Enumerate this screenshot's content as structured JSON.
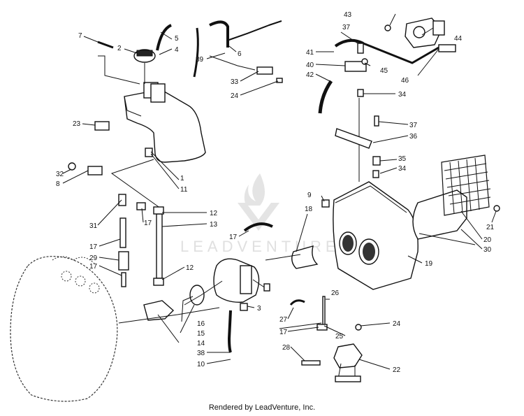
{
  "watermark": {
    "text": "LEADVENTURE"
  },
  "footer": {
    "credit": "Rendered by LeadVenture, Inc."
  },
  "callouts": [
    "1",
    "2",
    "3",
    "4",
    "5",
    "6",
    "7",
    "8",
    "9",
    "10",
    "11",
    "12",
    "12",
    "13",
    "14",
    "15",
    "16",
    "17",
    "17",
    "17",
    "17",
    "17",
    "18",
    "19",
    "20",
    "21",
    "22",
    "23",
    "24",
    "24",
    "25",
    "26",
    "27",
    "28",
    "29",
    "30",
    "31",
    "32",
    "33",
    "34",
    "34",
    "35",
    "36",
    "37",
    "37",
    "38",
    "39",
    "40",
    "41",
    "42",
    "43",
    "44",
    "45",
    "46"
  ]
}
